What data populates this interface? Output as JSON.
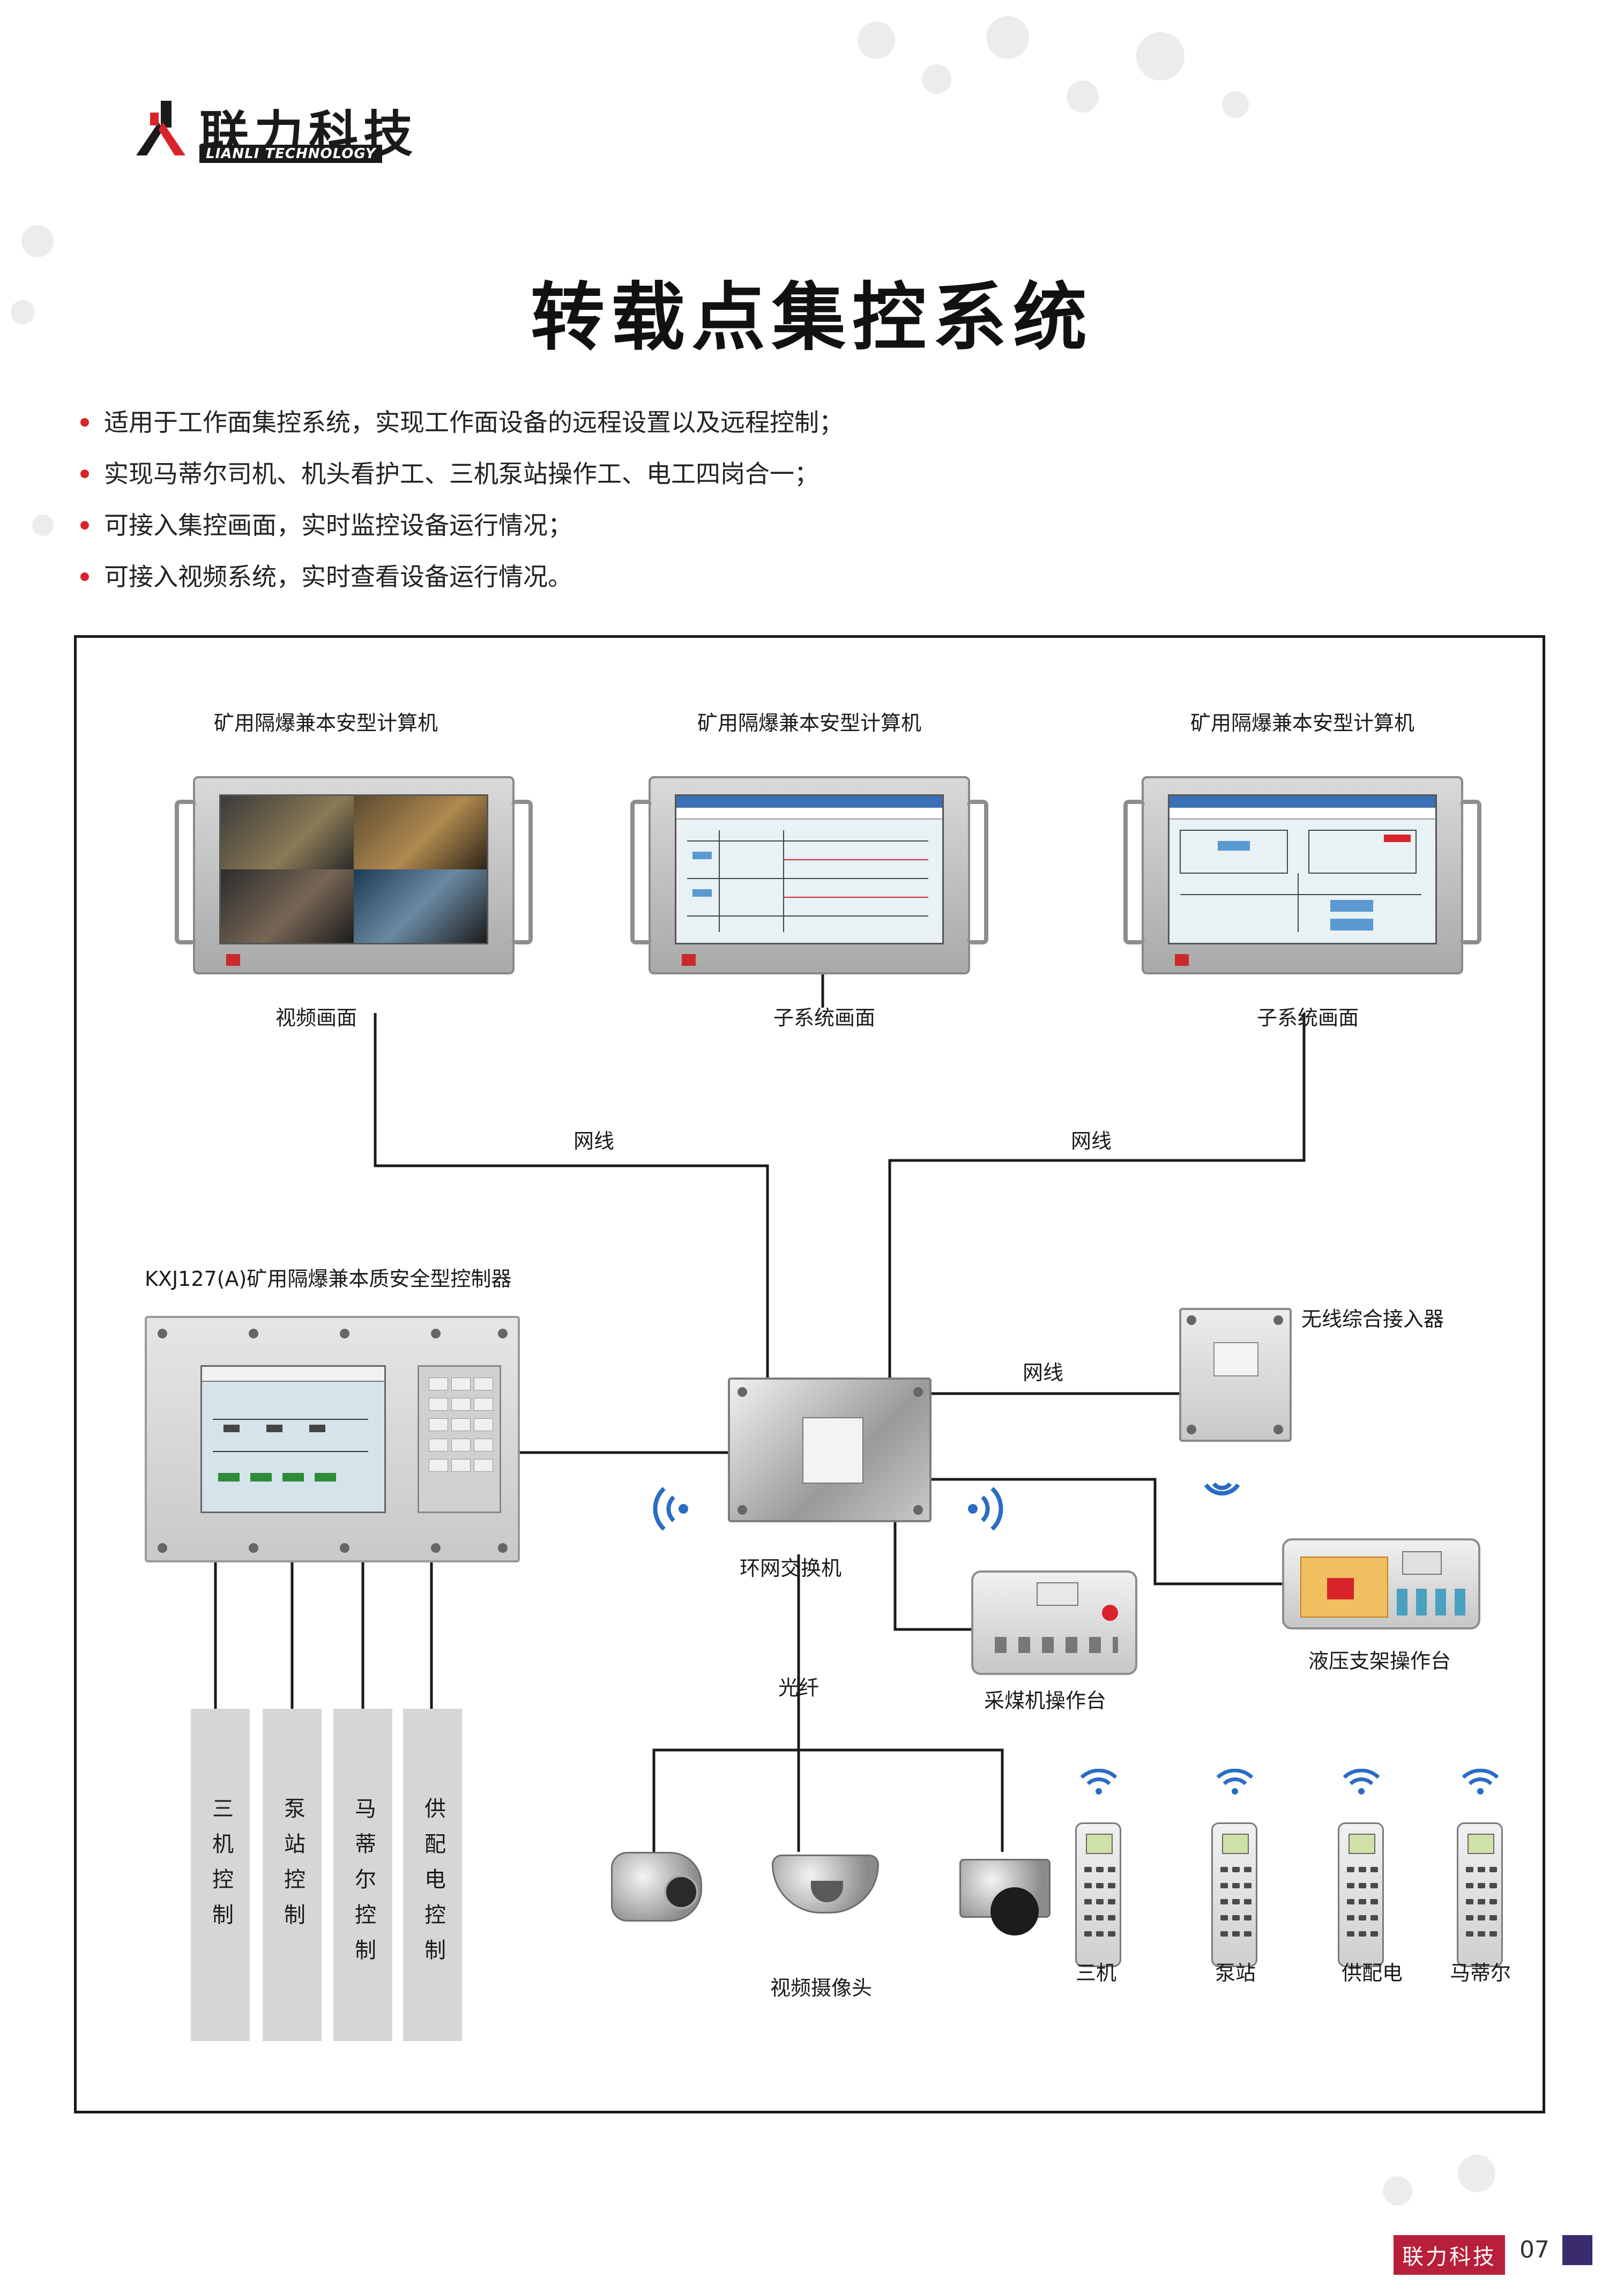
{
  "brand": {
    "name_cn": "联力科技",
    "name_en": "LIANLI TECHNOLOGY",
    "accent_color": "#d8232a"
  },
  "title": "转载点集控系统",
  "bullets": [
    "适用于工作面集控系统，实现工作面设备的远程设置以及远程控制；",
    "实现马蒂尔司机、机头看护工、三机泵站操作工、电工四岗合一；",
    "可接入集控画面，实时监控设备运行情况；",
    "可接入视频系统，实时查看设备运行情况。"
  ],
  "diagram": {
    "computers": [
      {
        "label": "矿用隔爆兼本安型计算机",
        "caption": "视频画面"
      },
      {
        "label": "矿用隔爆兼本安型计算机",
        "caption": "子系统画面"
      },
      {
        "label": "矿用隔爆兼本安型计算机",
        "caption": "子系统画面"
      }
    ],
    "wire_label": "网线",
    "controller_label": "KXJ127(A)矿用隔爆兼本质安全型控制器",
    "wireless_access_label": "无线综合接入器",
    "switch_label": "环网交换机",
    "fiber_label": "光纤",
    "shearer_panel_label": "采煤机操作台",
    "support_panel_label": "液压支架操作台",
    "control_bars": [
      "三机控制",
      "泵站控制",
      "马蒂尔控制",
      "供配电控制"
    ],
    "camera_label": "视频摄像头",
    "handsets": [
      "三机",
      "泵站",
      "供配电",
      "马蒂尔"
    ]
  },
  "footer": {
    "brand": "联力科技",
    "page_number": "07",
    "brand_color": "#b81f3a",
    "square_color": "#3a2b6e"
  }
}
